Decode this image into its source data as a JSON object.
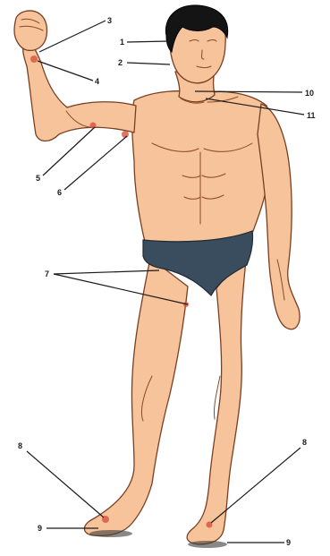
{
  "labels": {
    "l1": "1",
    "l2": "2",
    "l3": "3",
    "l4": "4",
    "l5": "5",
    "l6": "6",
    "l7": "7",
    "l8_left": "8",
    "l8_right": "8",
    "l9_left": "9",
    "l9_right": "9",
    "l10": "10",
    "l11": "11"
  },
  "colors": {
    "skin": "#f6c39a",
    "outline": "#7a3f22",
    "brief": "#3a4d5e",
    "hair": "#141414",
    "point": "#d9533d"
  }
}
